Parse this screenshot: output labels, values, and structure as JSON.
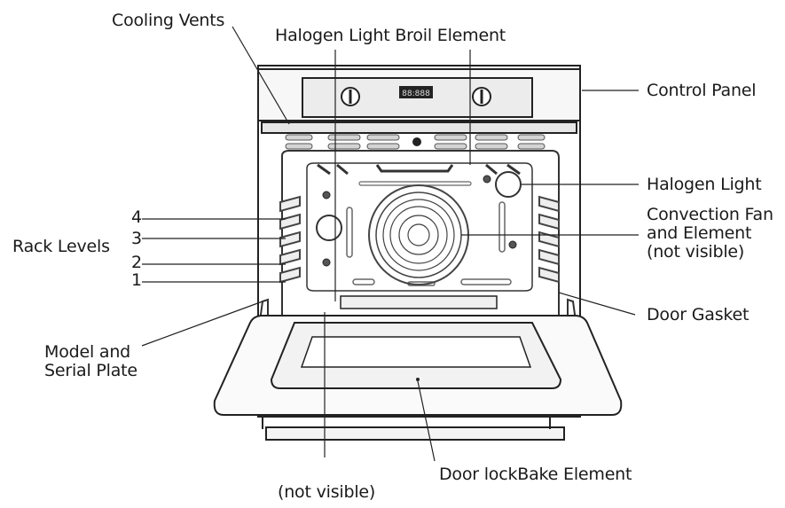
{
  "labels": {
    "cooling_vents": "Cooling Vents",
    "halogen_light_broil": "Halogen Light Broil Element",
    "control_panel": "Control Panel",
    "halogen_light": "Halogen Light",
    "convection_line1": "Convection Fan",
    "convection_line2": "and Element",
    "convection_line3": "(not visible)",
    "rack_levels": "Rack Levels",
    "rack_4": "4",
    "rack_3": "3",
    "rack_2": "2",
    "rack_1": "1",
    "door_gasket": "Door Gasket",
    "model_line1": "Model and",
    "model_line2": "Serial Plate",
    "door_lock_bake": "Door lockBake Element",
    "not_visible_bottom": "(not visible)",
    "display_readout": "88:888"
  }
}
